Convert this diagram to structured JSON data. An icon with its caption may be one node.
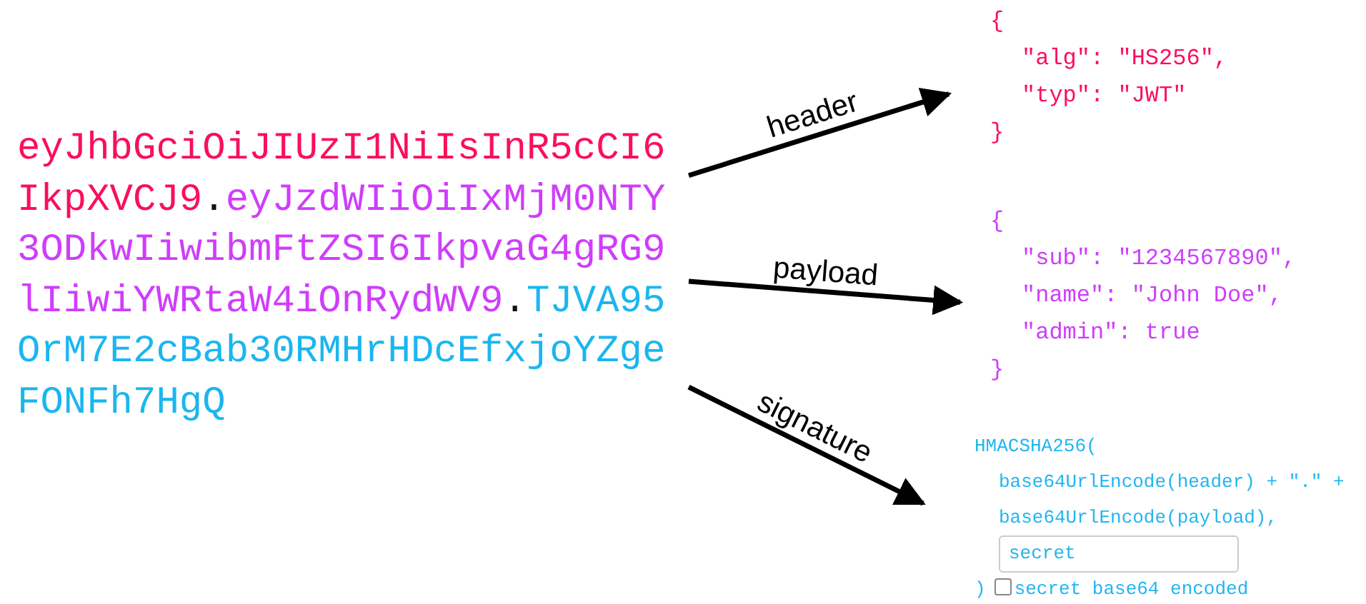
{
  "diagram": {
    "nodes": [
      {
        "text": [
          "eyJhbGciOiJIUzI1NiIsInR5cCI6IkpXVCJ9",
          ".",
          "eyJzdWIiOiIxMjM0NTY3ODkwIiwibmFtZSI6IkpvaG4gRG9lIiwiYWRtaW4iOnRydWV9",
          ".",
          "TJVA95OrM7E2cBab30RMHrHDcEfxjoYZgeFONFh7HgQ"
        ]
      },
      {
        "text": [
          "{",
          "\"alg\": \"HS256\",",
          "\"typ\": \"JWT\"",
          "}"
        ]
      },
      {
        "text": [
          "{",
          "\"sub\": \"1234567890\",",
          "\"name\": \"John Doe\",",
          "\"admin\": true",
          "}"
        ]
      },
      {
        "text": [
          "HMACSHA256(",
          "base64UrlEncode(header) + \".\" +",
          "base64UrlEncode(payload),",
          "secret",
          ")",
          "secret base64 encoded"
        ]
      }
    ],
    "edges": [
      {
        "from": 0,
        "to": 1,
        "arrow": "to",
        "label": "header"
      },
      {
        "from": 0,
        "to": 2,
        "arrow": "to",
        "label": "payload"
      },
      {
        "from": 0,
        "to": 3,
        "arrow": "to",
        "label": "signature"
      }
    ]
  }
}
